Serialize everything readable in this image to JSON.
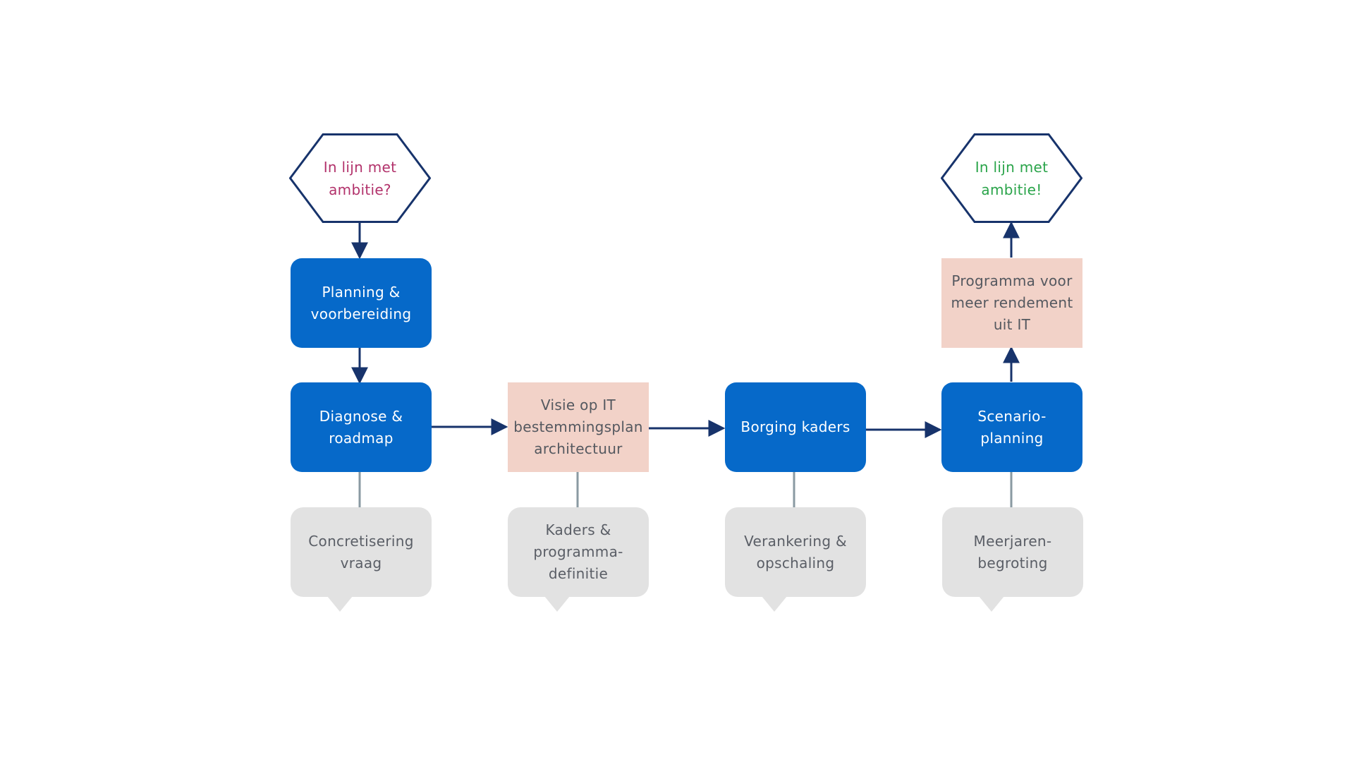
{
  "colors": {
    "process_blue": "#0669c9",
    "deliverable_peach": "#f2d2c8",
    "bubble_grey": "#e2e2e2",
    "arrow_navy": "#17336b",
    "connector_grey": "#8a9aa2",
    "question_magenta": "#b2326b",
    "answer_green": "#2aa44a"
  },
  "start": {
    "text": "In lijn met\nambitie?"
  },
  "end": {
    "text": "In lijn met\nambitie!"
  },
  "steps": {
    "planning": "Planning &\nvoorbereiding",
    "diagnose": "Diagnose &\nroadmap",
    "visie": "Visie op IT\nbestemmingsplan\narchitectuur",
    "borging": "Borging kaders",
    "scenario": "Scenario-\nplanning",
    "programma": "Programma voor\nmeer rendement\nuit IT"
  },
  "notes": {
    "concretisering": "Concretisering\nvraag",
    "kaders": "Kaders &\nprogramma-\ndefinitie",
    "verankering": "Verankering &\nopschaling",
    "meerjaren": "Meerjaren-\nbegroting"
  }
}
